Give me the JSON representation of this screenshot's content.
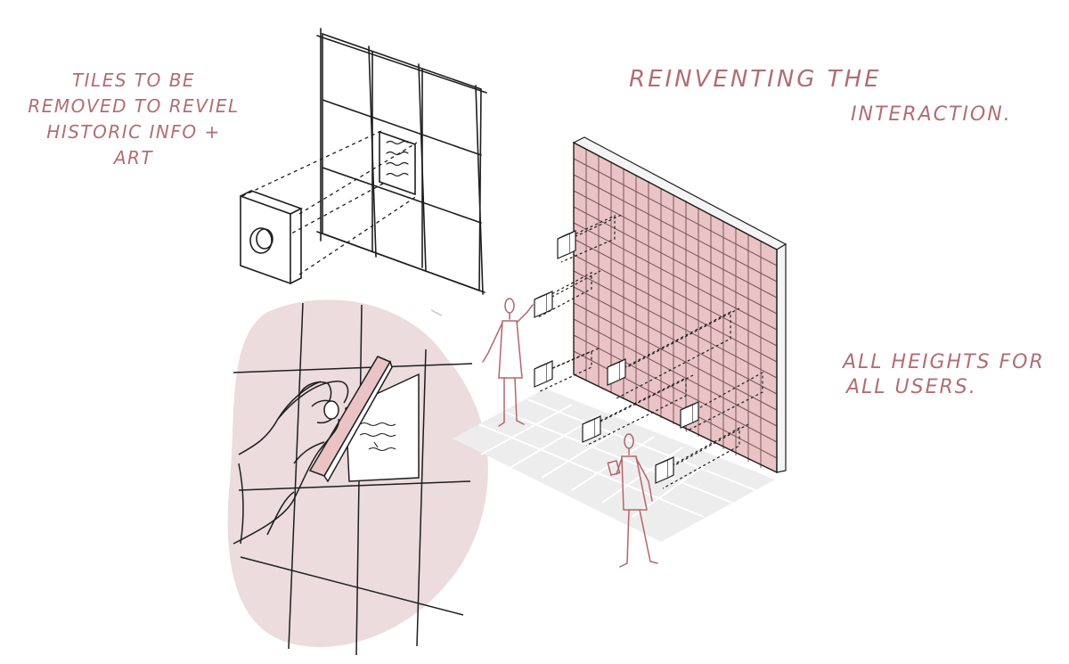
{
  "annotations": {
    "tiles_note": [
      "TILES TO BE",
      "REMOVED TO REVIEL",
      "HISTORIC INFO +",
      "ART"
    ],
    "title_line_1": "REINVENTING THE",
    "title_line_2": "INTERACTION.",
    "heights_note": [
      "ALL HEIGHTS FOR",
      "ALL USERS."
    ]
  },
  "colors": {
    "annotation_text": "#b16d74",
    "wall_tile_fill": "#e9c3c5",
    "figure_stroke": "#b5656c",
    "blob_fill": "#ecdcdd",
    "ink": "#1e1e1e",
    "floor_fill": "#ededed"
  }
}
